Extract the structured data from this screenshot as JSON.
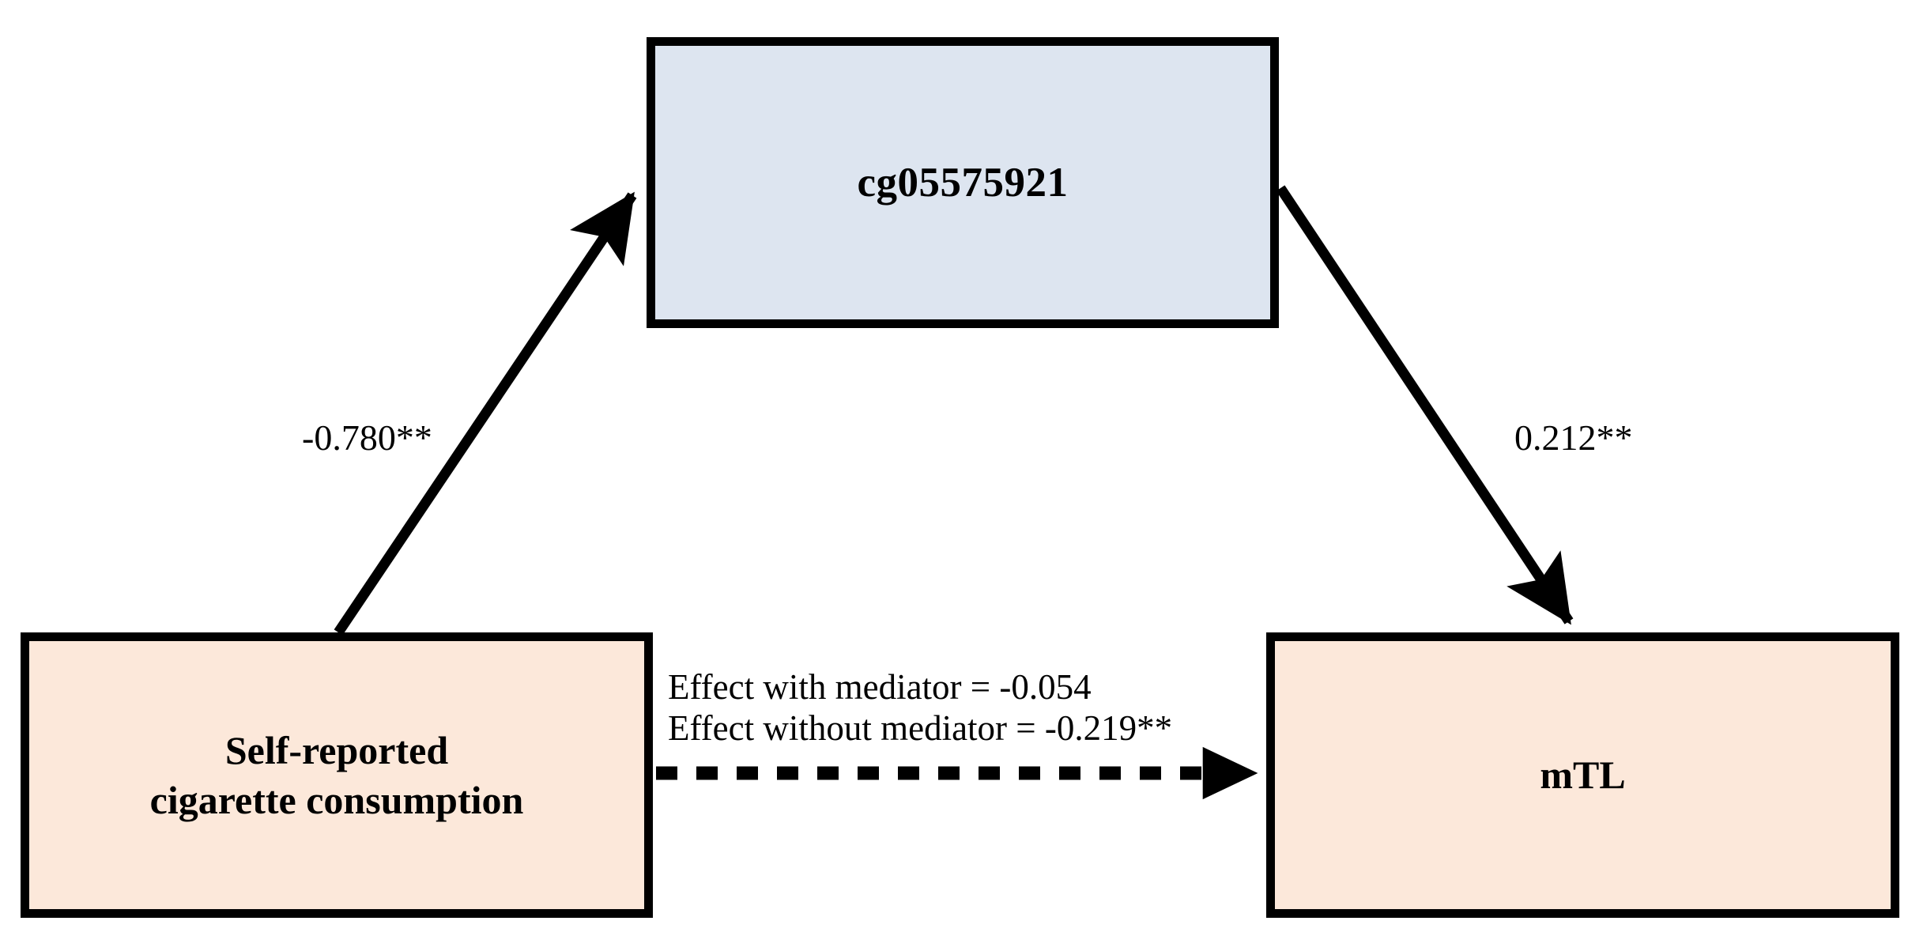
{
  "figure": {
    "type": "mediation-path-diagram",
    "background": "#ffffff"
  },
  "nodes": {
    "mediator": {
      "id": "mediator",
      "label": "cg05575921",
      "role": "mediator",
      "fill": "#dde5f0",
      "border": "#000000"
    },
    "predictor": {
      "id": "predictor",
      "label": "Self-reported\ncigarette consumption",
      "role": "independent-variable",
      "fill": "#fce8da",
      "border": "#000000"
    },
    "outcome": {
      "id": "outcome",
      "label": "mTL",
      "role": "dependent-variable",
      "fill": "#fce8da",
      "border": "#000000"
    }
  },
  "paths": {
    "a_path": {
      "from": "predictor",
      "to": "mediator",
      "coefficient": "-0.780**",
      "style": "solid",
      "arrow": "single"
    },
    "b_path": {
      "from": "mediator",
      "to": "outcome",
      "coefficient": "0.212**",
      "style": "solid",
      "arrow": "single"
    },
    "c_path": {
      "from": "predictor",
      "to": "outcome",
      "style": "dashed",
      "arrow": "single",
      "effect_with_mediator": "Effect with mediator = -0.054",
      "effect_without_mediator": "Effect without mediator = -0.219**"
    }
  },
  "chart_data": {
    "type": "diagram",
    "title": "",
    "nodes": [
      "Self-reported cigarette consumption",
      "cg05575921",
      "mTL"
    ],
    "edges": [
      {
        "source": "Self-reported cigarette consumption",
        "target": "cg05575921",
        "value": -0.78,
        "label": "-0.780**",
        "significance": "**",
        "style": "solid"
      },
      {
        "source": "cg05575921",
        "target": "mTL",
        "value": 0.212,
        "label": "0.212**",
        "significance": "**",
        "style": "solid"
      },
      {
        "source": "Self-reported cigarette consumption",
        "target": "mTL",
        "value": -0.054,
        "label": "Effect with mediator = -0.054",
        "significance": "",
        "style": "dashed"
      },
      {
        "source": "Self-reported cigarette consumption",
        "target": "mTL",
        "value": -0.219,
        "label": "Effect without mediator = -0.219**",
        "significance": "**",
        "style": "dashed"
      }
    ]
  }
}
